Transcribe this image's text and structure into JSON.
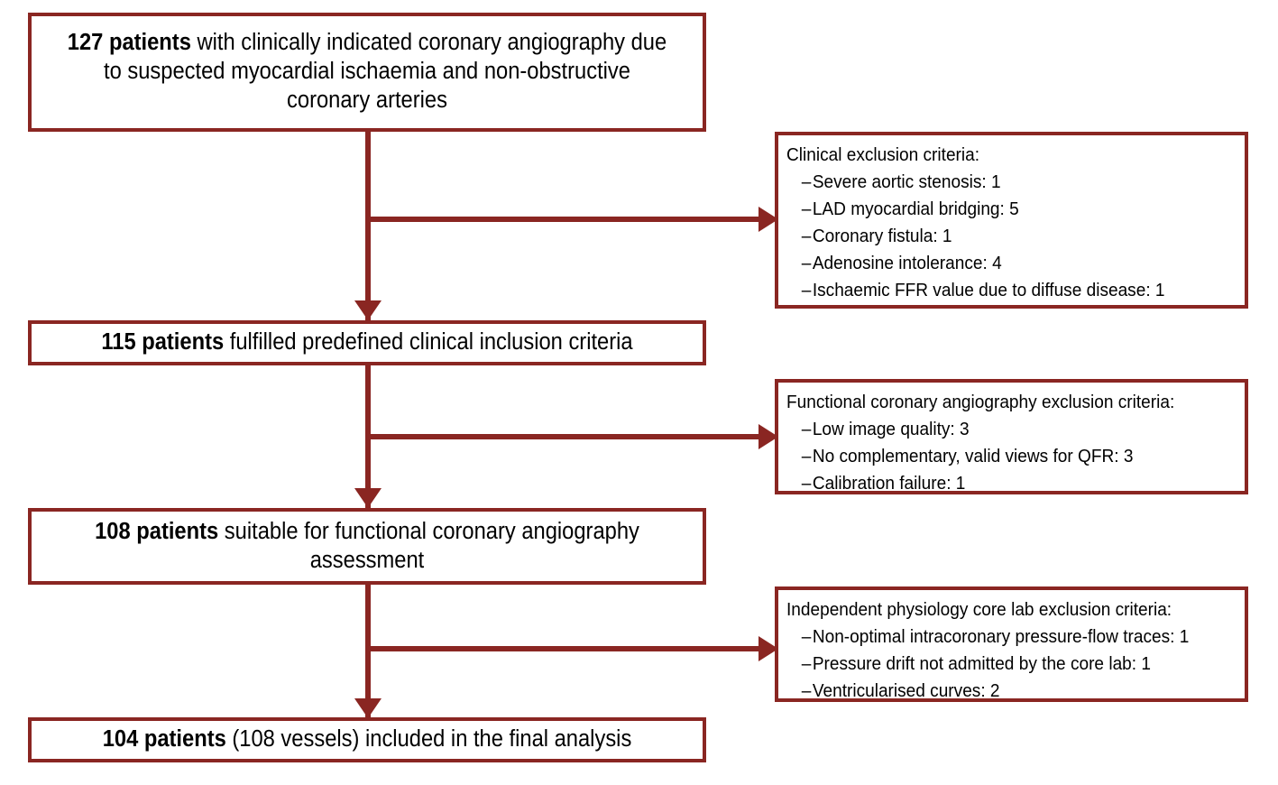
{
  "figure": {
    "type": "flow-diagram",
    "accent_color": "#8a2622",
    "background_color": "#ffffff",
    "text_color": "#000000"
  },
  "main_steps": [
    {
      "id": "step-enrolled",
      "count": "127 patients",
      "rest": " with clinically indicated coronary angiography due to suspected myocardial ischaemia and non-obstructive coronary arteries"
    },
    {
      "id": "step-inclusion",
      "count": "115 patients",
      "rest": " fulfilled predefined clinical inclusion criteria"
    },
    {
      "id": "step-suitable",
      "count": "108 patients",
      "rest": " suitable for functional coronary angiography assessment"
    },
    {
      "id": "step-final",
      "count": "104 patients",
      "rest": " (108 vessels) included in the final analysis"
    }
  ],
  "exclusions": [
    {
      "id": "exclusion-clinical",
      "title": "Clinical exclusion criteria:",
      "items": [
        "Severe aortic stenosis: 1",
        "LAD myocardial bridging: 5",
        "Coronary fistula: 1",
        "Adenosine intolerance: 4",
        "Ischaemic FFR value due to diffuse disease: 1"
      ]
    },
    {
      "id": "exclusion-fca",
      "title": "Functional coronary angiography exclusion criteria:",
      "items": [
        "Low image quality: 3",
        "No complementary, valid views for QFR: 3",
        "Calibration failure: 1"
      ]
    },
    {
      "id": "exclusion-corelab",
      "title": "Independent physiology core lab exclusion criteria:",
      "items": [
        "Non-optimal intracoronary pressure-flow traces: 1",
        "Pressure drift not admitted by the core lab: 1",
        "Ventricularised curves: 2"
      ]
    }
  ],
  "bullet_dash": "–"
}
